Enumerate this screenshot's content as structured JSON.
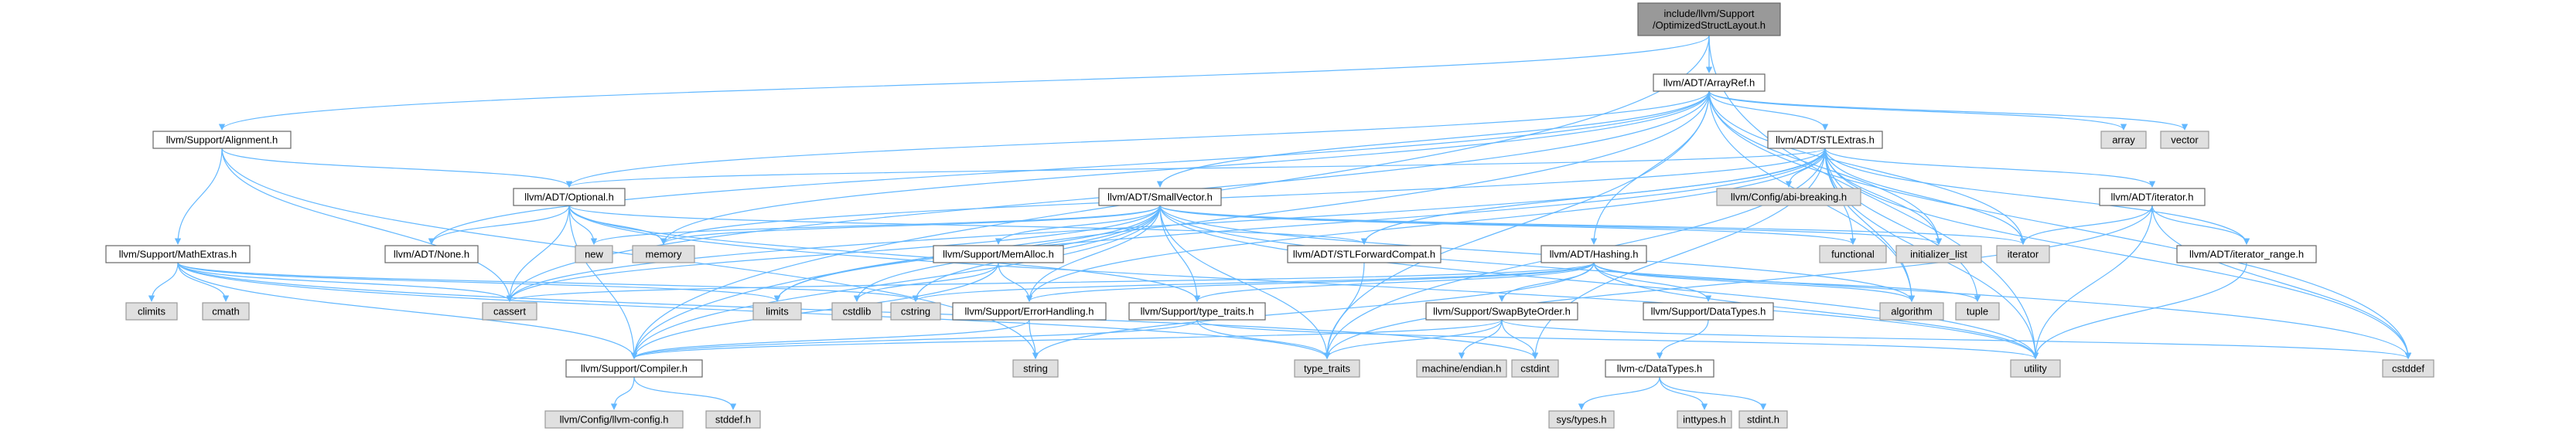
{
  "graph": {
    "edge_color": "#63b8ff",
    "node_fill_default": "#ffffff",
    "node_fill_system": "#e0e0e0",
    "node_fill_root": "#999999",
    "nodes": [
      {
        "id": "root",
        "label": [
          "include/llvm/Support",
          "/OptimizedStructLayout.h"
        ],
        "kind": "root"
      },
      {
        "id": "arrayref",
        "label": [
          "llvm/ADT/ArrayRef.h"
        ],
        "kind": "white"
      },
      {
        "id": "alignment",
        "label": [
          "llvm/Support/Alignment.h"
        ],
        "kind": "white"
      },
      {
        "id": "stlextras",
        "label": [
          "llvm/ADT/STLExtras.h"
        ],
        "kind": "white"
      },
      {
        "id": "array",
        "label": [
          "array"
        ],
        "kind": "gray"
      },
      {
        "id": "vector",
        "label": [
          "vector"
        ],
        "kind": "gray"
      },
      {
        "id": "optional",
        "label": [
          "llvm/ADT/Optional.h"
        ],
        "kind": "white"
      },
      {
        "id": "smallvector",
        "label": [
          "llvm/ADT/SmallVector.h"
        ],
        "kind": "white"
      },
      {
        "id": "abibreaking",
        "label": [
          "llvm/Config/abi-breaking.h"
        ],
        "kind": "gray"
      },
      {
        "id": "iteratorh",
        "label": [
          "llvm/ADT/iterator.h"
        ],
        "kind": "white"
      },
      {
        "id": "mathextras",
        "label": [
          "llvm/Support/MathExtras.h"
        ],
        "kind": "white"
      },
      {
        "id": "noneh",
        "label": [
          "llvm/ADT/None.h"
        ],
        "kind": "white"
      },
      {
        "id": "new",
        "label": [
          "new"
        ],
        "kind": "gray"
      },
      {
        "id": "memory",
        "label": [
          "memory"
        ],
        "kind": "gray"
      },
      {
        "id": "memalloc",
        "label": [
          "llvm/Support/MemAlloc.h"
        ],
        "kind": "white"
      },
      {
        "id": "stlforward",
        "label": [
          "llvm/ADT/STLForwardCompat.h"
        ],
        "kind": "white"
      },
      {
        "id": "hashing",
        "label": [
          "llvm/ADT/Hashing.h"
        ],
        "kind": "white"
      },
      {
        "id": "functional",
        "label": [
          "functional"
        ],
        "kind": "gray"
      },
      {
        "id": "initlist",
        "label": [
          "initializer_list"
        ],
        "kind": "gray"
      },
      {
        "id": "iterator",
        "label": [
          "iterator"
        ],
        "kind": "gray"
      },
      {
        "id": "iterrange",
        "label": [
          "llvm/ADT/iterator_range.h"
        ],
        "kind": "white"
      },
      {
        "id": "climits",
        "label": [
          "climits"
        ],
        "kind": "gray"
      },
      {
        "id": "cmath",
        "label": [
          "cmath"
        ],
        "kind": "gray"
      },
      {
        "id": "cassert",
        "label": [
          "cassert"
        ],
        "kind": "gray"
      },
      {
        "id": "limits",
        "label": [
          "limits"
        ],
        "kind": "gray"
      },
      {
        "id": "cstdlib",
        "label": [
          "cstdlib"
        ],
        "kind": "gray"
      },
      {
        "id": "cstring",
        "label": [
          "cstring"
        ],
        "kind": "gray"
      },
      {
        "id": "errorhandling",
        "label": [
          "llvm/Support/ErrorHandling.h"
        ],
        "kind": "white"
      },
      {
        "id": "typetraitsllvm",
        "label": [
          "llvm/Support/type_traits.h"
        ],
        "kind": "white"
      },
      {
        "id": "swapbyteorder",
        "label": [
          "llvm/Support/SwapByteOrder.h"
        ],
        "kind": "white"
      },
      {
        "id": "datatypes",
        "label": [
          "llvm/Support/DataTypes.h"
        ],
        "kind": "white"
      },
      {
        "id": "algorithm",
        "label": [
          "algorithm"
        ],
        "kind": "gray"
      },
      {
        "id": "tuple",
        "label": [
          "tuple"
        ],
        "kind": "gray"
      },
      {
        "id": "compiler",
        "label": [
          "llvm/Support/Compiler.h"
        ],
        "kind": "white"
      },
      {
        "id": "string",
        "label": [
          "string"
        ],
        "kind": "gray"
      },
      {
        "id": "typetraits",
        "label": [
          "type_traits"
        ],
        "kind": "gray"
      },
      {
        "id": "machineendian",
        "label": [
          "machine/endian.h"
        ],
        "kind": "gray"
      },
      {
        "id": "cstdint",
        "label": [
          "cstdint"
        ],
        "kind": "gray"
      },
      {
        "id": "cdatatypes",
        "label": [
          "llvm-c/DataTypes.h"
        ],
        "kind": "white"
      },
      {
        "id": "utility",
        "label": [
          "utility"
        ],
        "kind": "gray"
      },
      {
        "id": "cstddef",
        "label": [
          "cstddef"
        ],
        "kind": "gray"
      },
      {
        "id": "llvmconfig",
        "label": [
          "llvm/Config/llvm-config.h"
        ],
        "kind": "gray"
      },
      {
        "id": "stddef",
        "label": [
          "stddef.h"
        ],
        "kind": "gray"
      },
      {
        "id": "systypes",
        "label": [
          "sys/types.h"
        ],
        "kind": "gray"
      },
      {
        "id": "inttypes",
        "label": [
          "inttypes.h"
        ],
        "kind": "gray"
      },
      {
        "id": "stdint",
        "label": [
          "stdint.h"
        ],
        "kind": "gray"
      }
    ],
    "edges": [
      [
        "root",
        "arrayref"
      ],
      [
        "root",
        "alignment"
      ],
      [
        "root",
        "compiler"
      ],
      [
        "root",
        "utility"
      ],
      [
        "arrayref",
        "stlextras"
      ],
      [
        "arrayref",
        "array"
      ],
      [
        "arrayref",
        "vector"
      ],
      [
        "arrayref",
        "smallvector"
      ],
      [
        "arrayref",
        "hashing"
      ],
      [
        "arrayref",
        "noneh"
      ],
      [
        "arrayref",
        "optional"
      ],
      [
        "arrayref",
        "memory"
      ],
      [
        "arrayref",
        "iterator"
      ],
      [
        "arrayref",
        "initlist"
      ],
      [
        "arrayref",
        "algorithm"
      ],
      [
        "arrayref",
        "cassert"
      ],
      [
        "arrayref",
        "cstddef"
      ],
      [
        "arrayref",
        "compiler"
      ],
      [
        "arrayref",
        "typetraits"
      ],
      [
        "alignment",
        "optional"
      ],
      [
        "alignment",
        "mathextras"
      ],
      [
        "alignment",
        "cassert"
      ],
      [
        "alignment",
        "string"
      ],
      [
        "stlextras",
        "optional"
      ],
      [
        "stlextras",
        "stlforward"
      ],
      [
        "stlextras",
        "abibreaking"
      ],
      [
        "stlextras",
        "iteratorh"
      ],
      [
        "stlextras",
        "iterrange"
      ],
      [
        "stlextras",
        "errorhandling"
      ],
      [
        "stlextras",
        "functional"
      ],
      [
        "stlextras",
        "initlist"
      ],
      [
        "stlextras",
        "iterator"
      ],
      [
        "stlextras",
        "limits"
      ],
      [
        "stlextras",
        "memory"
      ],
      [
        "stlextras",
        "tuple"
      ],
      [
        "stlextras",
        "typetraits"
      ],
      [
        "stlextras",
        "utility"
      ],
      [
        "stlextras",
        "algorithm"
      ],
      [
        "stlextras",
        "cassert"
      ],
      [
        "stlextras",
        "cstddef"
      ],
      [
        "stlextras",
        "cstdint"
      ],
      [
        "optional",
        "noneh"
      ],
      [
        "optional",
        "stlforward"
      ],
      [
        "optional",
        "new"
      ],
      [
        "optional",
        "memory"
      ],
      [
        "optional",
        "cassert"
      ],
      [
        "optional",
        "compiler"
      ],
      [
        "optional",
        "typetraitsllvm"
      ],
      [
        "optional",
        "utility"
      ],
      [
        "smallvector",
        "memalloc"
      ],
      [
        "smallvector",
        "errorhandling"
      ],
      [
        "smallvector",
        "typetraitsllvm"
      ],
      [
        "smallvector",
        "compiler"
      ],
      [
        "smallvector",
        "algorithm"
      ],
      [
        "smallvector",
        "cassert"
      ],
      [
        "smallvector",
        "cstddef"
      ],
      [
        "smallvector",
        "cstdlib"
      ],
      [
        "smallvector",
        "cstring"
      ],
      [
        "smallvector",
        "functional"
      ],
      [
        "smallvector",
        "initlist"
      ],
      [
        "smallvector",
        "iterator"
      ],
      [
        "smallvector",
        "limits"
      ],
      [
        "smallvector",
        "memory"
      ],
      [
        "smallvector",
        "new"
      ],
      [
        "smallvector",
        "typetraits"
      ],
      [
        "smallvector",
        "utility"
      ],
      [
        "iteratorh",
        "iterrange"
      ],
      [
        "iteratorh",
        "iterator"
      ],
      [
        "iteratorh",
        "cstddef"
      ],
      [
        "iteratorh",
        "typetraits"
      ],
      [
        "iteratorh",
        "utility"
      ],
      [
        "iterrange",
        "utility"
      ],
      [
        "mathextras",
        "compiler"
      ],
      [
        "mathextras",
        "climits"
      ],
      [
        "mathextras",
        "cmath"
      ],
      [
        "mathextras",
        "cassert"
      ],
      [
        "mathextras",
        "cstdint"
      ],
      [
        "mathextras",
        "cstring"
      ],
      [
        "mathextras",
        "limits"
      ],
      [
        "mathextras",
        "typetraits"
      ],
      [
        "memalloc",
        "compiler"
      ],
      [
        "memalloc",
        "errorhandling"
      ],
      [
        "memalloc",
        "cstdlib"
      ],
      [
        "stlforward",
        "typetraits"
      ],
      [
        "hashing",
        "errorhandling"
      ],
      [
        "hashing",
        "swapbyteorder"
      ],
      [
        "hashing",
        "datatypes"
      ],
      [
        "hashing",
        "typetraitsllvm"
      ],
      [
        "hashing",
        "algorithm"
      ],
      [
        "hashing",
        "cassert"
      ],
      [
        "hashing",
        "cstring"
      ],
      [
        "hashing",
        "string"
      ],
      [
        "hashing",
        "tuple"
      ],
      [
        "hashing",
        "utility"
      ],
      [
        "errorhandling",
        "compiler"
      ],
      [
        "errorhandling",
        "string"
      ],
      [
        "typetraitsllvm",
        "compiler"
      ],
      [
        "typetraitsllvm",
        "typetraits"
      ],
      [
        "typetraitsllvm",
        "utility"
      ],
      [
        "swapbyteorder",
        "compiler"
      ],
      [
        "swapbyteorder",
        "cstddef"
      ],
      [
        "swapbyteorder",
        "cstdint"
      ],
      [
        "swapbyteorder",
        "typetraits"
      ],
      [
        "swapbyteorder",
        "machineendian"
      ],
      [
        "datatypes",
        "cdatatypes"
      ],
      [
        "cdatatypes",
        "systypes"
      ],
      [
        "cdatatypes",
        "inttypes"
      ],
      [
        "cdatatypes",
        "stdint"
      ],
      [
        "compiler",
        "llvmconfig"
      ],
      [
        "compiler",
        "stddef"
      ]
    ]
  }
}
